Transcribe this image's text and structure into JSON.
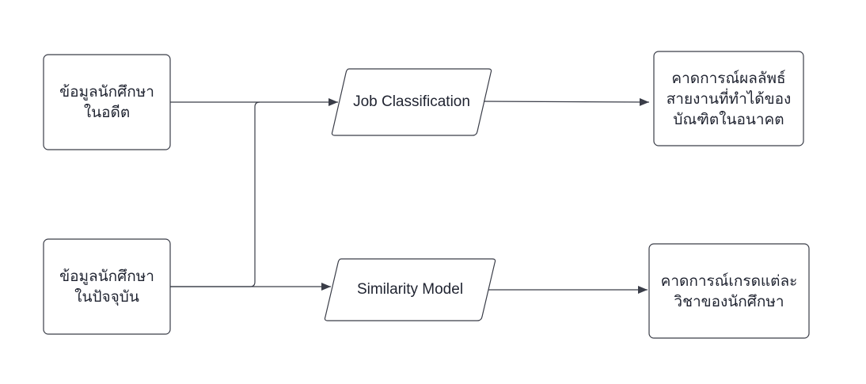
{
  "diagram": {
    "colors": {
      "stroke": "#3a3d48",
      "text": "#1f2330",
      "background": "#ffffff"
    },
    "nodes": {
      "past_students": "ข้อมูลนักศึกษา\nในอดีต",
      "current_students": "ข้อมูลนักศึกษา\nในปัจจุบัน",
      "job_classification": "Job Classification",
      "similarity_model": "Similarity Model",
      "job_prediction": "คาดการณ์ผลลัพธ์\nสายงานที่ทำได้ของ\nบัณฑิตในอนาคต",
      "grade_prediction": "คาดการณ์เกรดแต่ละ\nวิชาของนักศึกษา"
    },
    "edges": [
      {
        "from": "past_students",
        "to": "job_classification"
      },
      {
        "from": "current_students",
        "to": "job_classification"
      },
      {
        "from": "current_students",
        "to": "similarity_model"
      },
      {
        "from": "job_classification",
        "to": "job_prediction"
      },
      {
        "from": "similarity_model",
        "to": "grade_prediction"
      }
    ]
  }
}
